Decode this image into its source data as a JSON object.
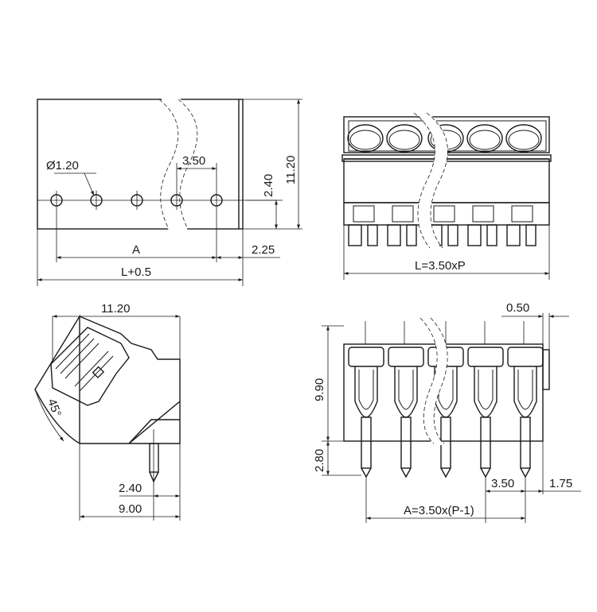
{
  "top_left_view": {
    "dim_hole_diameter": "Ø1.20",
    "dim_pitch": "3.50",
    "dim_hole_height": "2.40",
    "dim_total_height": "11.20",
    "dim_a": "A",
    "dim_offset": "2.25",
    "dim_length": "L+0.5"
  },
  "top_right_view": {
    "dim_length": "L=3.50xP"
  },
  "side_view": {
    "dim_width": "11.20",
    "dim_angle": "45°",
    "dim_pin_offset": "2.40",
    "dim_base_width": "9.00"
  },
  "front_view": {
    "dim_top_offset": "0.50",
    "dim_body_height": "9.90",
    "dim_pin_length": "2.80",
    "dim_pitch": "3.50",
    "dim_end_offset": "1.75",
    "dim_a": "A=3.50x(P-1)"
  }
}
